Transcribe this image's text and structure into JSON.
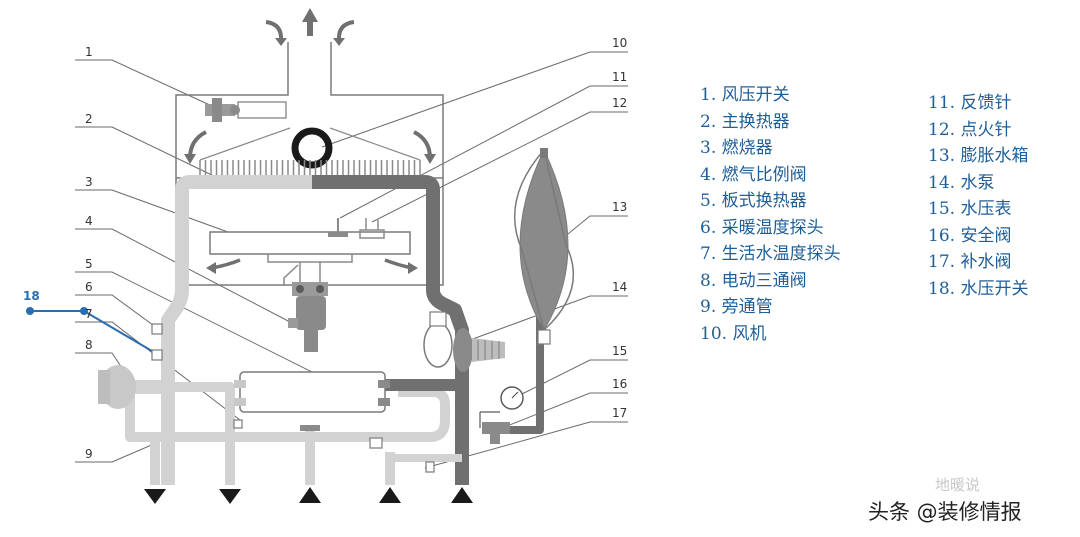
{
  "diagram": {
    "callout_numbers": [
      "1",
      "2",
      "3",
      "4",
      "5",
      "6",
      "7",
      "8",
      "9",
      "10",
      "11",
      "12",
      "13",
      "14",
      "15",
      "16",
      "17",
      "18"
    ],
    "legend_left": [
      "1. 风压开关",
      "2. 主换热器",
      "3.  燃烧器",
      "4.  燃气比例阀",
      "5.  板式换热器",
      "6.  采暖温度探头",
      "7.  生活水温度探头",
      "8.  电动三通阀",
      "9.  旁通管",
      "10.  风机"
    ],
    "legend_right": [
      "11.  反馈针",
      "12.  点火针",
      "13.  膨胀水箱",
      "14.  水泵",
      "15.  水压表",
      "16.  安全阀",
      "17.  补水阀",
      "18. 水压开关"
    ]
  },
  "watermark": {
    "top": "地暖说",
    "bottom": "头条 @装修情报"
  },
  "colors": {
    "legend_text": "#1f5f99",
    "leader_lines": "#666666",
    "callout_18": "#2a6db0",
    "cold_pipe": "#d2d2d2",
    "hot_pipe": "#707070",
    "outline": "#7a7a7a"
  }
}
